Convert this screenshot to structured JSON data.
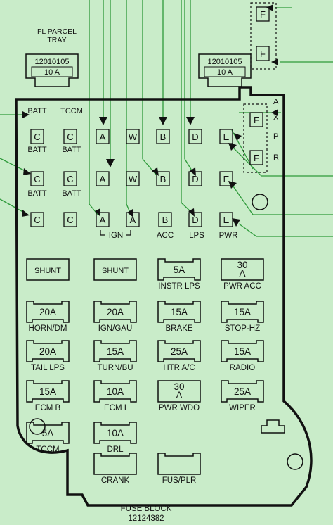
{
  "title": "FUSE BLOCK",
  "part_number": "12124382",
  "parcel_tray": {
    "label_line1": "FL PARCEL",
    "label_line2": "TRAY",
    "left_part": "12010105",
    "left_rating": "10 A",
    "right_part": "12010105",
    "right_rating": "10 A"
  },
  "external": {
    "top_f1": "F",
    "top_f2": "F"
  },
  "relay_labels": {
    "batt1": "BATT",
    "tccm": "TCCM",
    "batt2": "BATT",
    "batt3": "BATT",
    "batt4": "BATT",
    "batt5": "BATT"
  },
  "terminals": {
    "c": "C",
    "a": "A",
    "w": "W",
    "b": "B",
    "d": "D",
    "e": "E",
    "f": "F"
  },
  "side_letters": {
    "a": "A",
    "x": "X",
    "p": "P",
    "r": "R"
  },
  "circuit_labels": {
    "ign": "IGN",
    "acc": "ACC",
    "lps": "LPS",
    "pwr": "PWR"
  },
  "fuses": [
    {
      "rating": "SHUNT",
      "label": ""
    },
    {
      "rating": "SHUNT",
      "label": ""
    },
    {
      "rating": "5A",
      "label": "INSTR LPS"
    },
    {
      "rating": "30\nA",
      "label": "PWR ACC"
    },
    {
      "rating": "20A",
      "label": "HORN/DM"
    },
    {
      "rating": "20A",
      "label": "IGN/GAU"
    },
    {
      "rating": "15A",
      "label": "BRAKE"
    },
    {
      "rating": "15A",
      "label": "STOP-HZ"
    },
    {
      "rating": "20A",
      "label": "TAIL LPS"
    },
    {
      "rating": "15A",
      "label": "TURN/BU"
    },
    {
      "rating": "25A",
      "label": "HTR A/C"
    },
    {
      "rating": "15A",
      "label": "RADIO"
    },
    {
      "rating": "15A",
      "label": "ECM B"
    },
    {
      "rating": "10A",
      "label": "ECM I"
    },
    {
      "rating": "30\nA",
      "label": "PWR WDO"
    },
    {
      "rating": "25A",
      "label": "WIPER"
    },
    {
      "rating": "5A",
      "label": "TCCM"
    },
    {
      "rating": "10A",
      "label": "DRL"
    },
    {
      "rating": "",
      "label": "CRANK"
    },
    {
      "rating": "",
      "label": "FUS/PLR"
    }
  ]
}
